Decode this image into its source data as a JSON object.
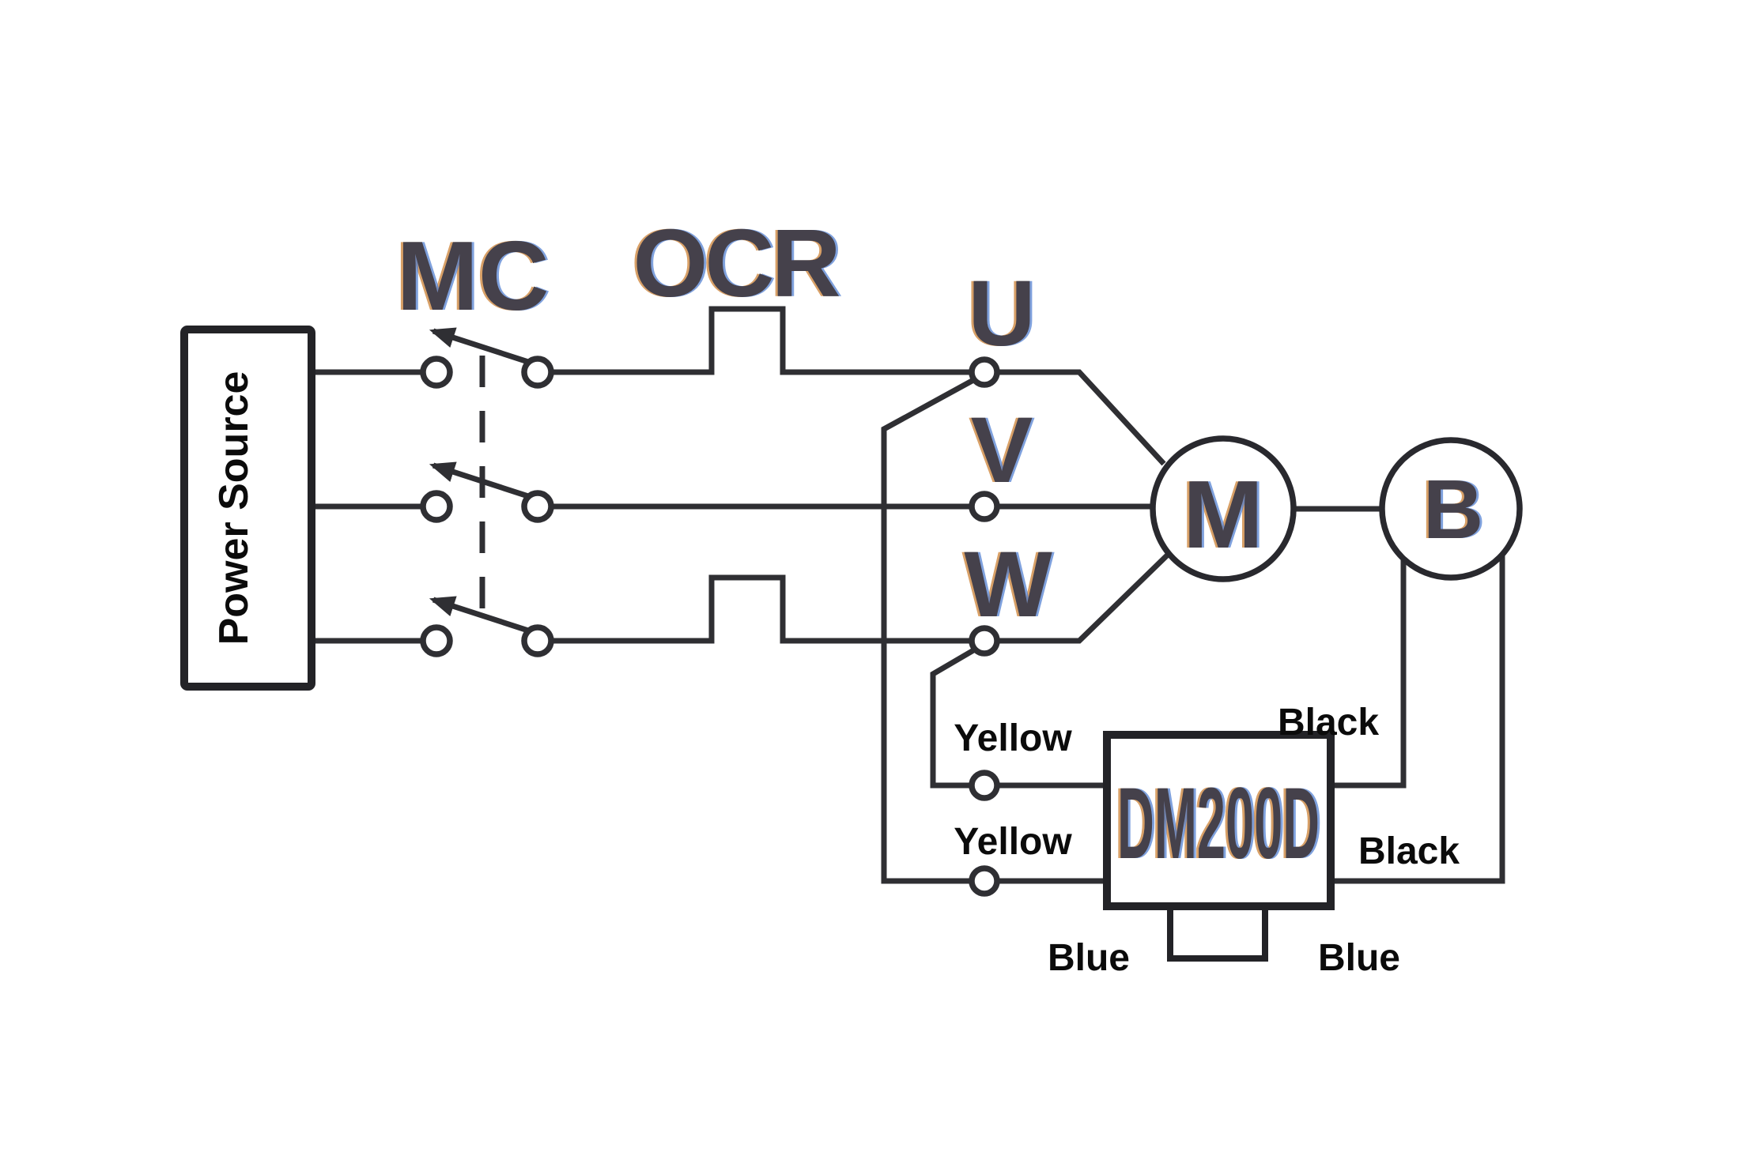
{
  "colors": {
    "background": "#ffffff",
    "wire": "#2f2f33",
    "component_text": "#45414b",
    "label_text": "#0b0b0b",
    "fringe_blue": "#4d7dd0",
    "fringe_orange": "#c97b2c"
  },
  "power_source": {
    "label": "Power Source"
  },
  "contactor": {
    "label": "MC"
  },
  "overcurrent_relay": {
    "label": "OCR"
  },
  "motor_terminals": {
    "u": "U",
    "v": "V",
    "w": "W"
  },
  "motor": {
    "label": "M"
  },
  "brake": {
    "label": "B"
  },
  "rectifier": {
    "label": "DM200D"
  },
  "wire_labels": {
    "yellow_top": "Yellow",
    "yellow_bottom": "Yellow",
    "black_top": "Black",
    "black_bottom": "Black",
    "blue_left": "Blue",
    "blue_right": "Blue"
  }
}
